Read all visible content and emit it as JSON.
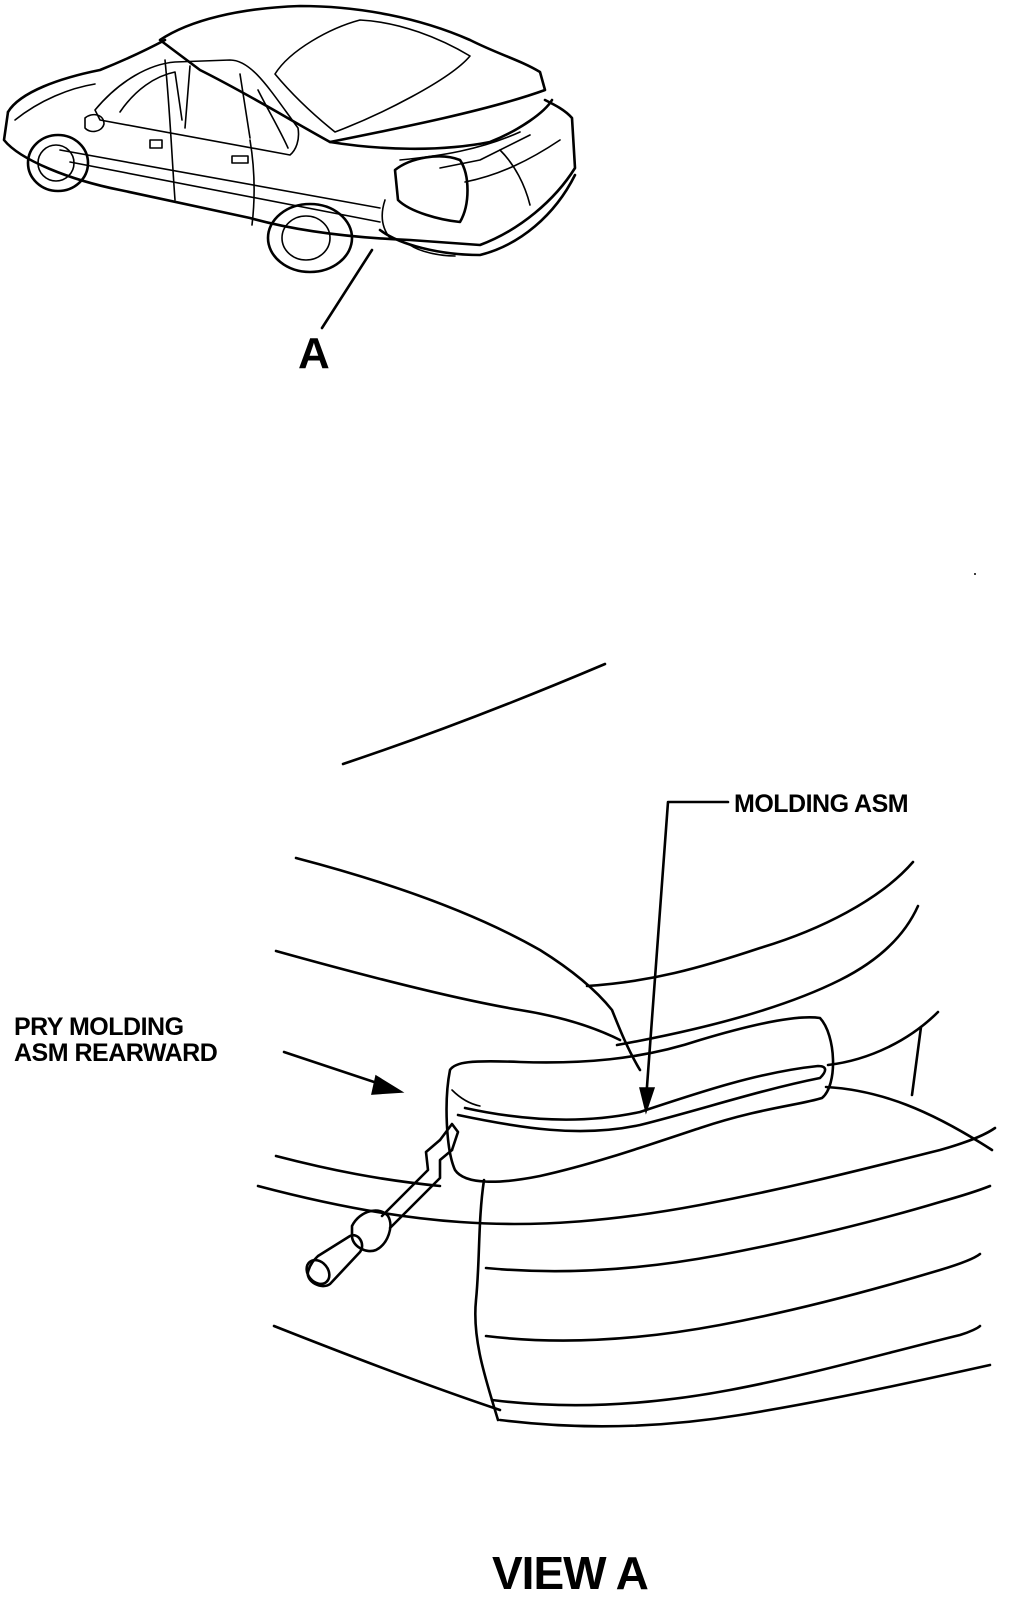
{
  "figure": {
    "callout_letter": "A",
    "view_title": "VIEW A",
    "labels": {
      "molding": "MOLDING ASM",
      "pry_line1": "PRY MOLDING",
      "pry_line2": "ASM REARWARD"
    }
  }
}
